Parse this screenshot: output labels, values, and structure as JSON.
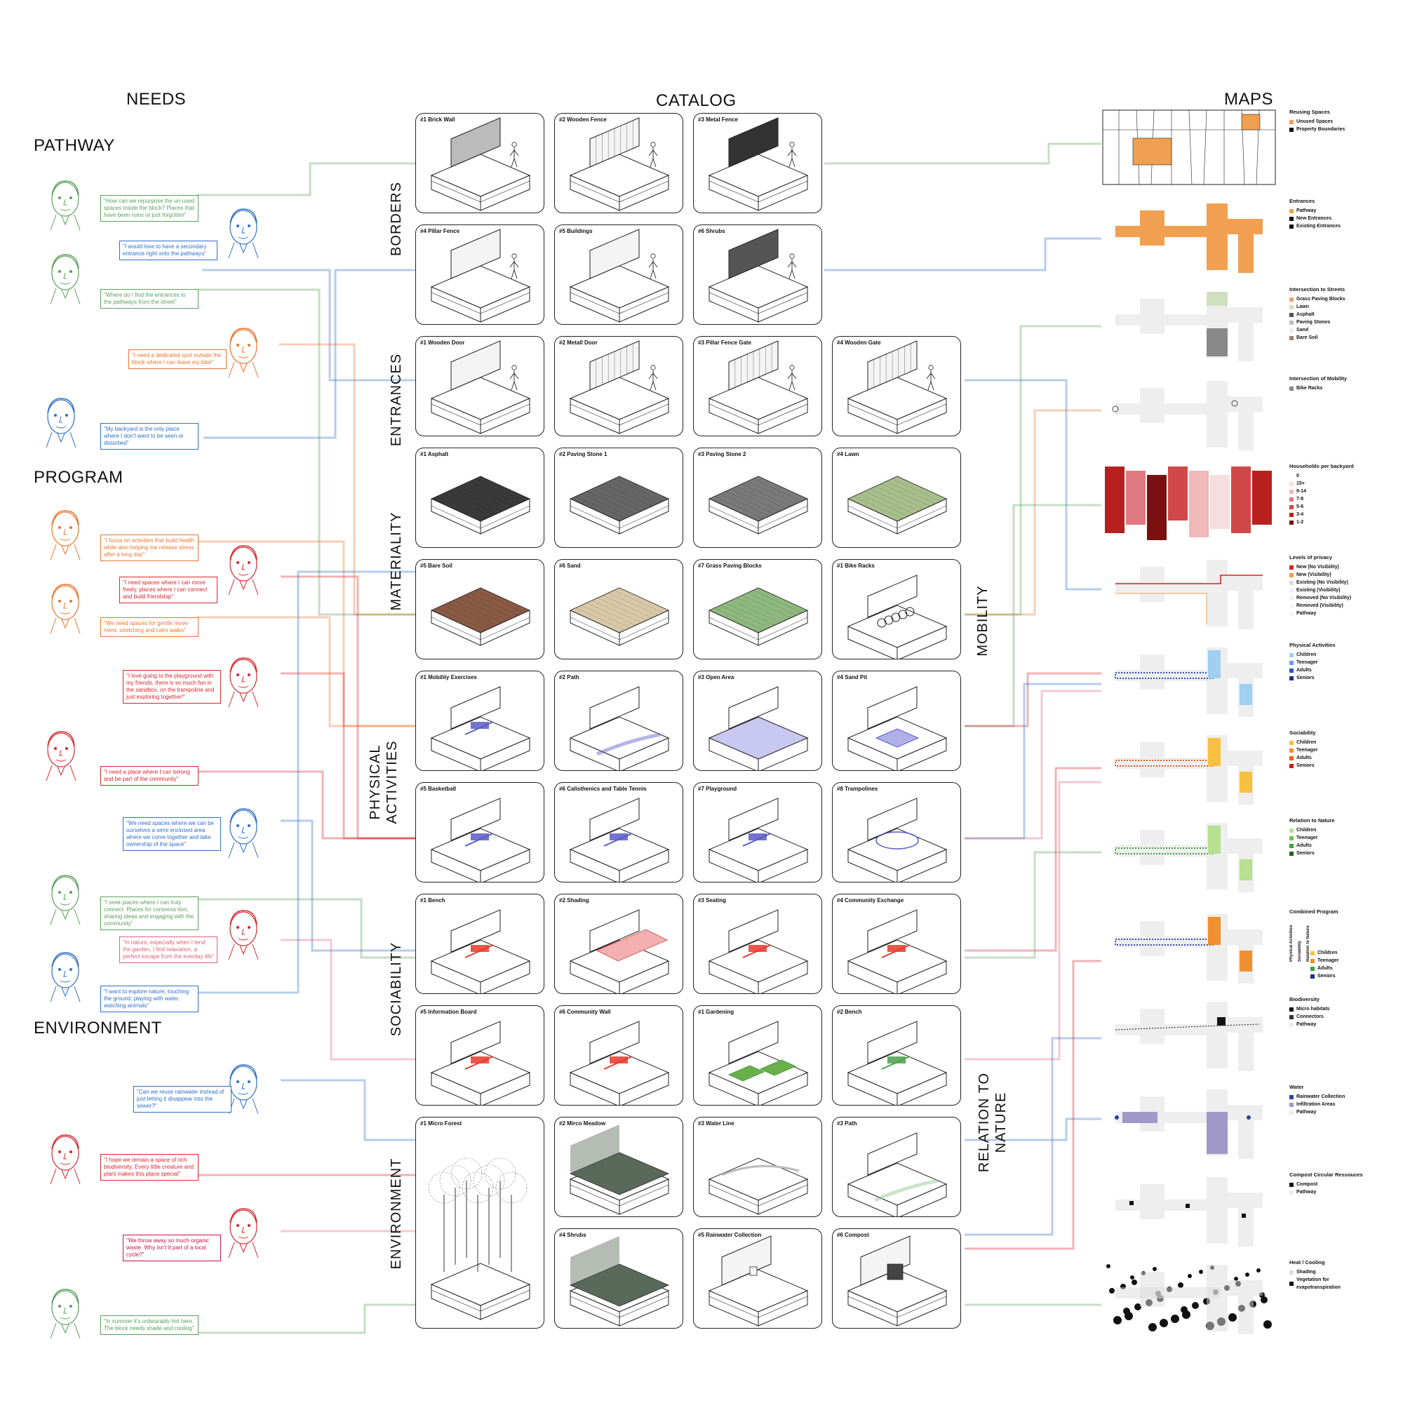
{
  "titles": {
    "needs": "NEEDS",
    "catalog": "CATALOG",
    "maps": "MAPS"
  },
  "needs_sections": [
    "PATHWAY",
    "PROGRAM",
    "ENVIRONMENT"
  ],
  "catalog_sections": {
    "borders": "BORDERS",
    "entrances": "ENTRANCES",
    "materiality": "MATERIALITY",
    "physical": "PHYSICAL\nACTIVITIES",
    "sociability": "SOCIABILITY",
    "environment": "ENVIRONMENT",
    "mobility": "MOBILITY",
    "nature": "RELATION TO\nNATURE"
  },
  "colors": {
    "green": "#5aa05a",
    "blue": "#2f6fc4",
    "orange": "#e8762c",
    "red": "#d8262c",
    "pink": "#e0607a",
    "magenta": "#c8104a"
  },
  "quotes": [
    {
      "text": "\"How can we repurpose the un-used spaces inside the block? Places that have been ruins or just forgotten\"",
      "color": "green"
    },
    {
      "text": "\"I would love to have a secondary entrance right onto the pathways\"",
      "color": "blue"
    },
    {
      "text": "\"Where do I find the entrances to the pathways from the street\"",
      "color": "green"
    },
    {
      "text": "\"I need a dedicated spot outside the block where I can leave my bike\"",
      "color": "orange"
    },
    {
      "text": "\"My backyard is the only place where I don't want to be seen or disturbed\"",
      "color": "blue"
    },
    {
      "text": "\"I focus on activities that build health while also helping me release stress after a long day\"",
      "color": "orange"
    },
    {
      "text": "\"I need spaces where I can move freely, places where I can connect and build friendship\"",
      "color": "red"
    },
    {
      "text": "\"We need spaces for gentle move-ment, stretching and calm walks\"",
      "color": "orange"
    },
    {
      "text": "\"I love going to the playground with my friends, there is so much fun in the sandbox, on the trampoline and just exploring together!\"",
      "color": "red"
    },
    {
      "text": "\"I need a place where I can belong and be part of the community\"",
      "color": "red"
    },
    {
      "text": "\"We need spaces where we can be ourselves a semi enclosed area where we come together and take ownership of the space\"",
      "color": "blue"
    },
    {
      "text": "\"I seek places where I can truly connect. Places for conversa-tion, sharing ideas and engaging with the community\"",
      "color": "green"
    },
    {
      "text": "\"In nature, especially when I tend the garden, I find relaxation, a perfect escape from the everday life\"",
      "color": "pink"
    },
    {
      "text": "\"I want to explore nature, touching the ground, playing with water, watching animals\"",
      "color": "blue"
    },
    {
      "text": "\"Can we reuse rainwater instead of just letting it disappear into the sewer?\"",
      "color": "blue"
    },
    {
      "text": "\"I hope we remain a space of rich biodiversity. Every little creature and plant makes this place special\"",
      "color": "red"
    },
    {
      "text": "\"We throw away so much organic waste. Why isn't it part of a local cycle?\"",
      "color": "magenta"
    },
    {
      "text": "\"In summer it's unbearably hot here. The block needs shade and cooling\"",
      "color": "green"
    }
  ],
  "cards": [
    [
      "#1 Brick Wall",
      "#2 Wooden Fence",
      "#3 Metal Fence",
      ""
    ],
    [
      "#4 Pillar Fence",
      "#5 Buildings",
      "#6 Shrubs",
      ""
    ],
    [
      "#1 Wooden Door",
      "#2 Metall Door",
      "#3 Pillar Fence Gate",
      "#4 Wooden Gate"
    ],
    [
      "#1 Asphalt",
      "#2 Paving Stone 1",
      "#3 Paving Stone 2",
      "#4 Lawn"
    ],
    [
      "#5 Bare Soil",
      "#6 Sand",
      "#7 Grass Paving Blocks",
      "#1 Bike Racks"
    ],
    [
      "#1 Mobility Exercises",
      "#2 Path",
      "#3 Open Area",
      "#4 Sand Pit"
    ],
    [
      "#5 Basketball",
      "#6 Calisthenics and Table Tennis",
      "#7 Playground",
      "#8 Trampolines"
    ],
    [
      "#1 Bench",
      "#2 Shading",
      "#3 Seating",
      "#4 Community Exchange"
    ],
    [
      "#5 Information Board",
      "#6 Community Wall",
      "#1 Gardening",
      "#2 Bench"
    ],
    [
      "#1 Micro Forest",
      "#2 Mirco Meadow",
      "#3 Water Line",
      "#3 Path"
    ],
    [
      "",
      "#4 Shrubs",
      "#5 Rainwater Collection",
      "#6 Compost"
    ]
  ],
  "legends": [
    {
      "title": "Reusing Spaces",
      "items": [
        {
          "label": "Unused Spaces",
          "color": "#f0a050"
        },
        {
          "label": "Property Boundaries",
          "color": "#111111"
        }
      ]
    },
    {
      "title": "Entrances",
      "items": [
        {
          "label": "Pathway",
          "color": "#f0a050"
        },
        {
          "label": "New Entrances",
          "color": "#111111"
        },
        {
          "label": "Existing Entrances",
          "color": "#111111"
        }
      ]
    },
    {
      "title": "Intersection to Streets",
      "items": [
        {
          "label": "Grass Paving Blocks",
          "color": "#e8a070"
        },
        {
          "label": "Lawn",
          "color": "#cfe0c0"
        },
        {
          "label": "Asphalt",
          "color": "#555555"
        },
        {
          "label": "Paving Stones",
          "color": "#bbbbbb"
        },
        {
          "label": "Sand",
          "color": "#eeeeee"
        },
        {
          "label": "Bare Soil",
          "color": "#a08070"
        }
      ]
    },
    {
      "title": "Intersection of Mobility",
      "items": [
        {
          "label": "Bike Racks",
          "color": "#888888"
        }
      ]
    },
    {
      "title": "Households per backyard",
      "items": [
        {
          "label": "0",
          "color": "#ffffff"
        },
        {
          "label": "15+",
          "color": "#f7dede"
        },
        {
          "label": "9-14",
          "color": "#f0b8b8"
        },
        {
          "label": "7-8",
          "color": "#e07a80"
        },
        {
          "label": "5-6",
          "color": "#d04848"
        },
        {
          "label": "3-4",
          "color": "#b82020"
        },
        {
          "label": "1-2",
          "color": "#7a1010"
        }
      ]
    },
    {
      "title": "Levels of privacy",
      "items": [
        {
          "label": "New (No Visibility)",
          "color": "#d82020"
        },
        {
          "label": "New (Visibility)",
          "color": "#f0a050"
        },
        {
          "label": "Existing (No Visibility)",
          "color": "#dddddd"
        },
        {
          "label": "Existing (Visibility)",
          "color": "#eeeeee"
        },
        {
          "label": "Removed (No Visibility)",
          "color": "#f0f0f0"
        },
        {
          "label": "Removed (Visibility)",
          "color": "#f6f6f6"
        },
        {
          "label": "Pathway",
          "color": "#f4f4f4"
        }
      ]
    },
    {
      "title": "Physical Activities",
      "items": [
        {
          "label": "Children",
          "color": "#9fd0f0"
        },
        {
          "label": "Teenager",
          "color": "#6a9ee0"
        },
        {
          "label": "Adults",
          "color": "#3050c0"
        },
        {
          "label": "Seniors",
          "color": "#203080"
        }
      ]
    },
    {
      "title": "Sociability",
      "items": [
        {
          "label": "Children",
          "color": "#f7c040"
        },
        {
          "label": "Teenager",
          "color": "#f09030"
        },
        {
          "label": "Adults",
          "color": "#e86020"
        },
        {
          "label": "Seniors",
          "color": "#c82020"
        }
      ]
    },
    {
      "title": "Relation to Nature",
      "items": [
        {
          "label": "Children",
          "color": "#b8e090"
        },
        {
          "label": "Teenager",
          "color": "#70c050"
        },
        {
          "label": "Adults",
          "color": "#40a040"
        },
        {
          "label": "Seniors",
          "color": "#206020"
        }
      ]
    },
    {
      "title": "Combined Program",
      "items": [
        {
          "label": "Children",
          "color": "#f7c040"
        },
        {
          "label": "Teenager",
          "color": "#f09030"
        },
        {
          "label": "Adults",
          "color": "#40a040"
        },
        {
          "label": "Seniors",
          "color": "#203080"
        }
      ]
    },
    {
      "title": "Biodiversity",
      "items": [
        {
          "label": "Micro habitats",
          "color": "#111111"
        },
        {
          "label": "Connectors",
          "color": "#333333"
        },
        {
          "label": "Pathway",
          "color": "#eeeeee"
        }
      ]
    },
    {
      "title": "Water",
      "items": [
        {
          "label": "Rainwater Collection",
          "color": "#3040a0"
        },
        {
          "label": "Infiltration Areas",
          "color": "#a098c8"
        },
        {
          "label": "Pathway",
          "color": "#eeeeee"
        }
      ]
    },
    {
      "title": "Compost Circular Ressouces",
      "items": [
        {
          "label": "Compost",
          "color": "#111111"
        },
        {
          "label": "Pathway",
          "color": "#eeeeee"
        }
      ]
    },
    {
      "title": "Heat / Cooling",
      "items": [
        {
          "label": "Shading",
          "color": "#dddddd"
        },
        {
          "label": "Vegetation for evapotranspiration",
          "color": "#111111"
        }
      ]
    }
  ],
  "combined_axis_labels": [
    "Physical Activities",
    "Sociability",
    "Relation to Nature"
  ]
}
